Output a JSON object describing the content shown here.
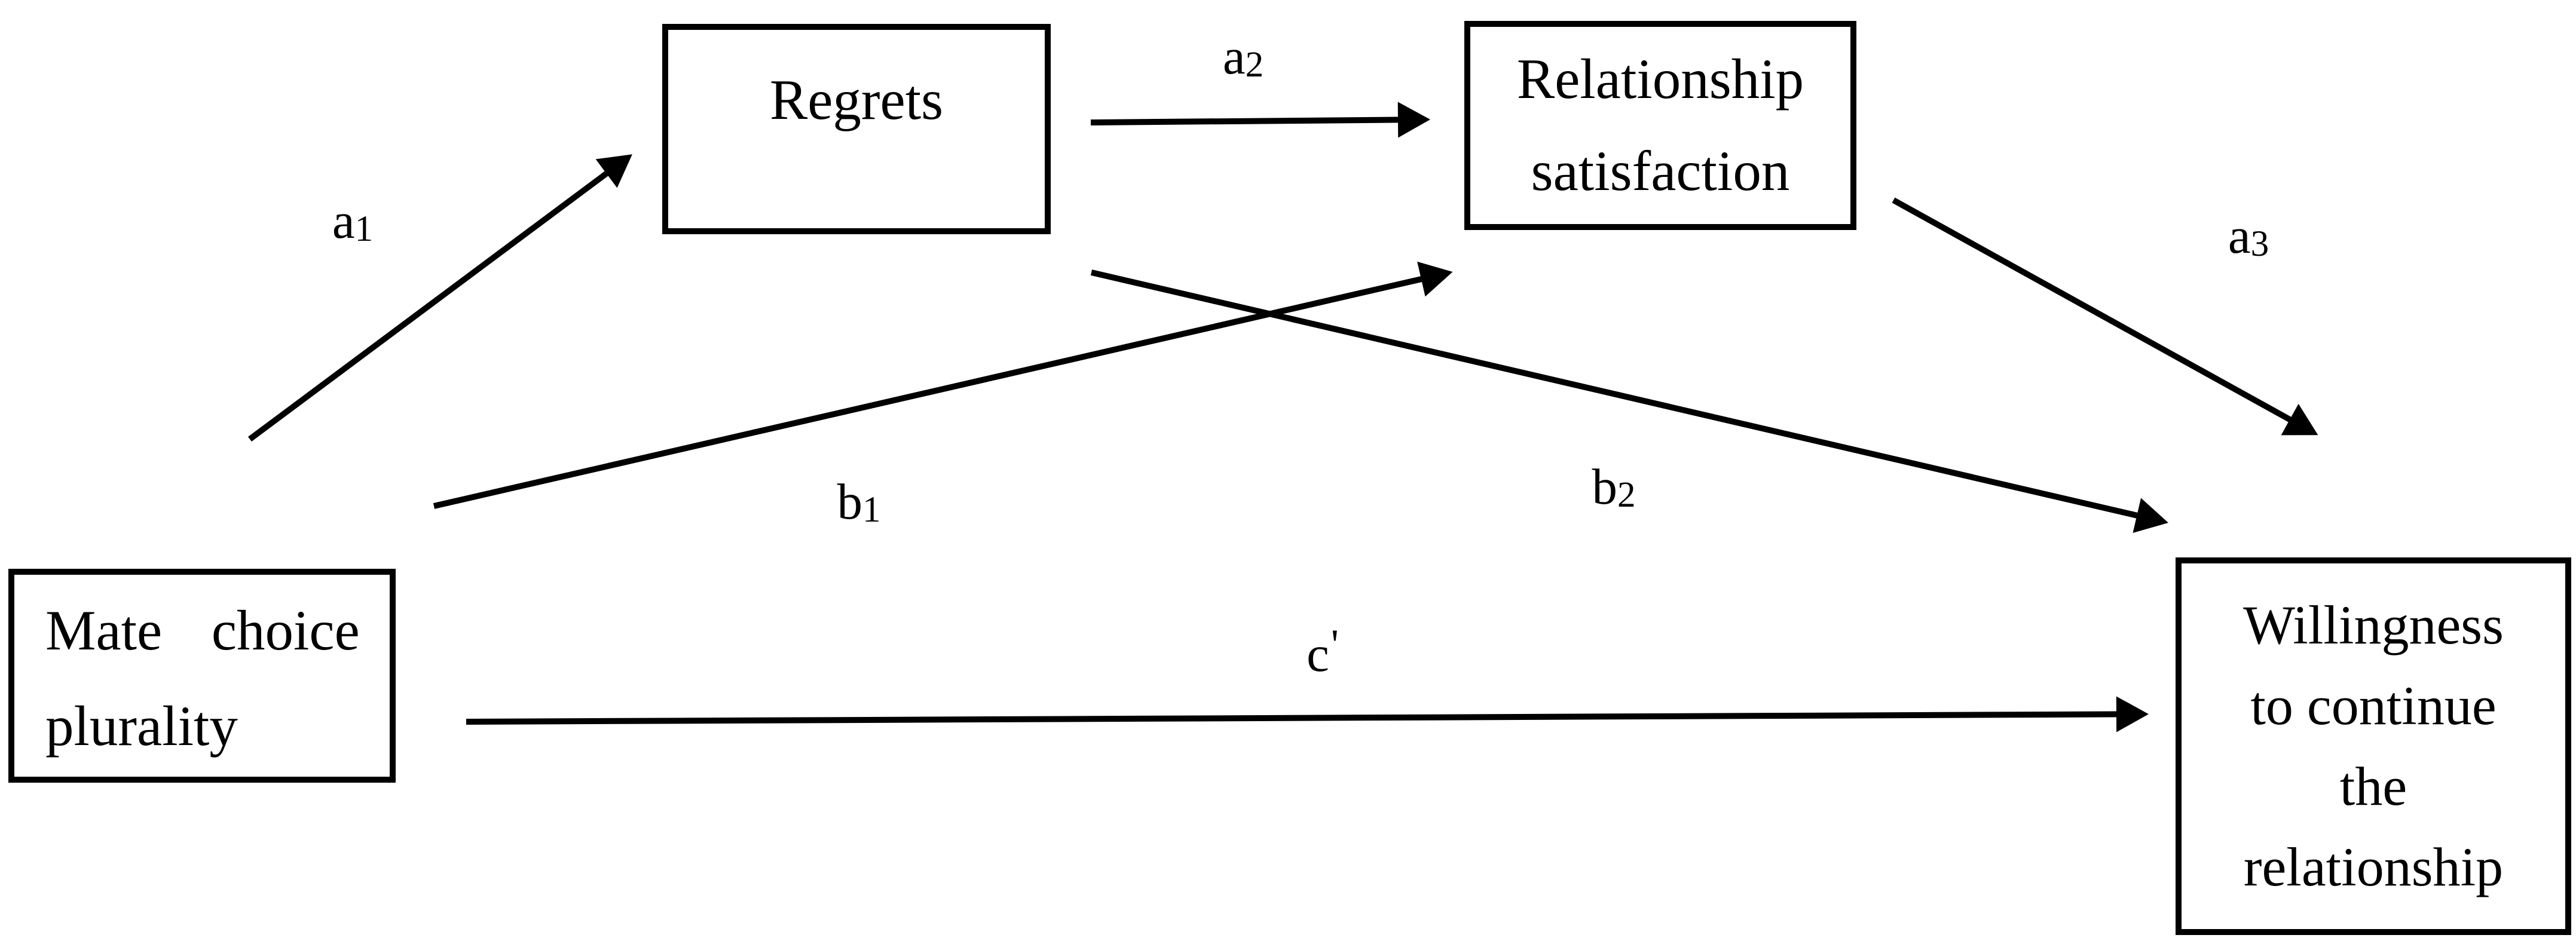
{
  "diagram": {
    "type": "path-model",
    "description": "Serial mediation path diagram",
    "colors": {
      "background": "#ffffff",
      "line": "#000000",
      "text": "#000000"
    },
    "nodes": [
      {
        "id": "mate-choice-plurality",
        "lines": [
          "Mate choice",
          "plurality"
        ]
      },
      {
        "id": "regrets",
        "lines": [
          "Regrets"
        ]
      },
      {
        "id": "relationship-satisfaction",
        "lines": [
          "Relationship",
          "satisfaction"
        ]
      },
      {
        "id": "willingness-to-continue",
        "lines": [
          "Willingness",
          "to continue",
          "the",
          "relationship"
        ]
      }
    ],
    "paths": [
      {
        "id": "a1",
        "letter": "a",
        "subscript": "1",
        "from": "mate-choice-plurality",
        "to": "regrets"
      },
      {
        "id": "a2",
        "letter": "a",
        "subscript": "2",
        "from": "regrets",
        "to": "relationship-satisfaction"
      },
      {
        "id": "a3",
        "letter": "a",
        "subscript": "3",
        "from": "relationship-satisfaction",
        "to": "willingness-to-continue"
      },
      {
        "id": "b1",
        "letter": "b",
        "subscript": "1",
        "from": "mate-choice-plurality",
        "to": "relationship-satisfaction"
      },
      {
        "id": "b2",
        "letter": "b",
        "subscript": "2",
        "from": "regrets",
        "to": "willingness-to-continue"
      },
      {
        "id": "c-prime",
        "letter": "c",
        "subscript": "'",
        "from": "mate-choice-plurality",
        "to": "willingness-to-continue"
      }
    ]
  }
}
